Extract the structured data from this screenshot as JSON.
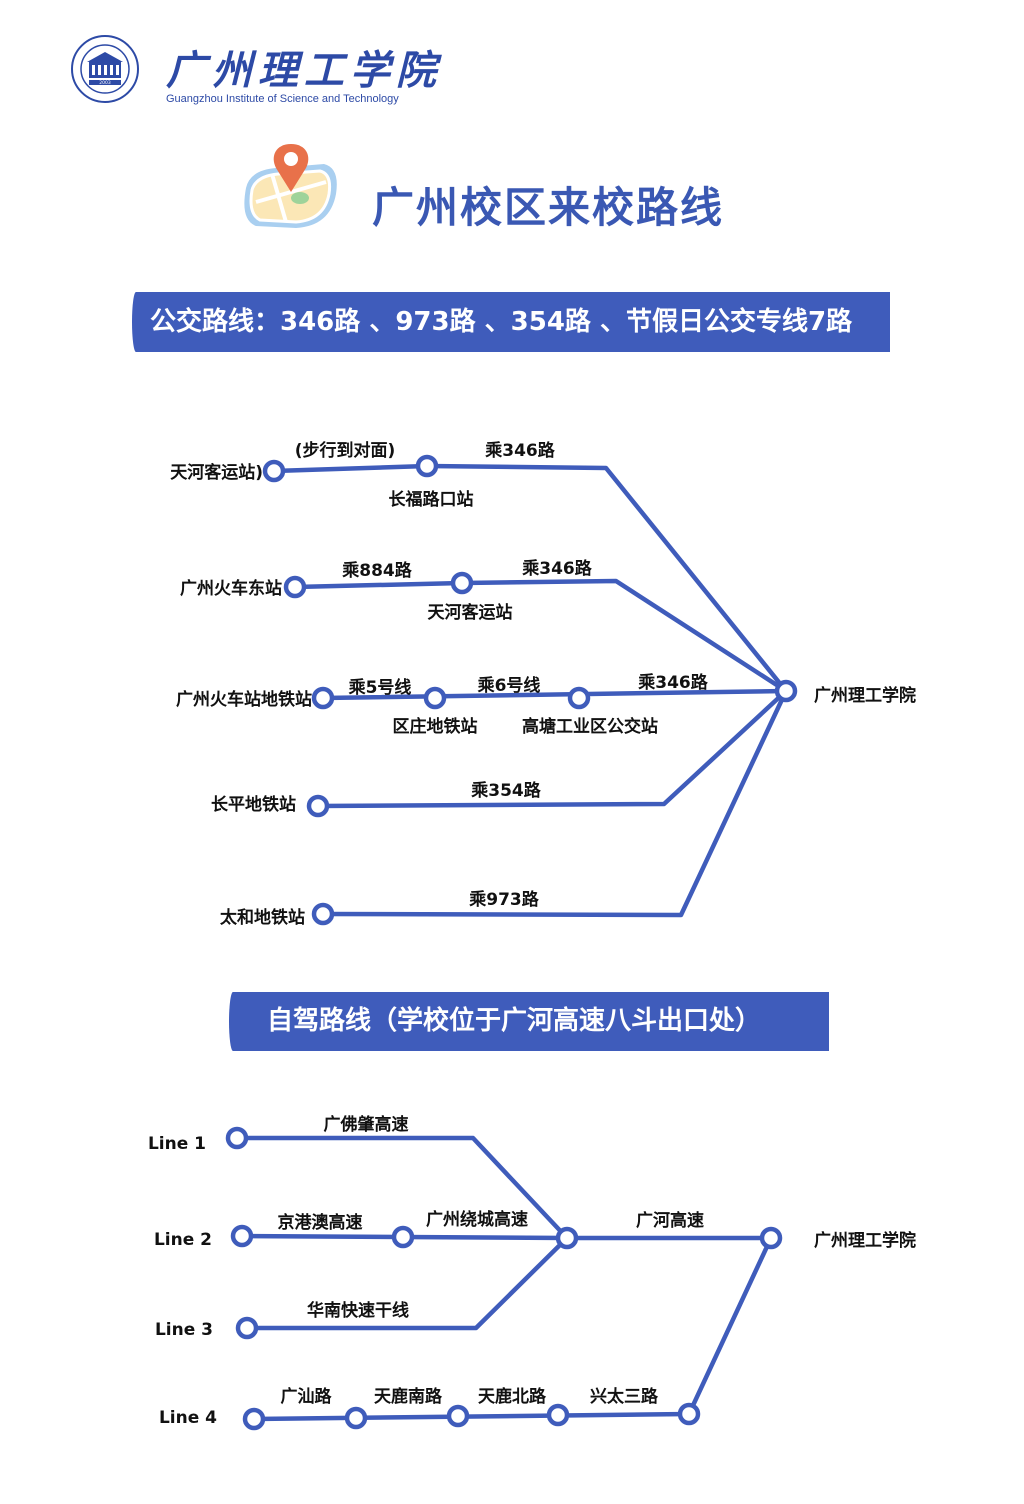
{
  "header": {
    "school_name_cn": "广州理工学院",
    "school_name_en": "Guangzhou Institute of Science and Technology",
    "seal_text": "2003"
  },
  "title": "广州校区来校路线",
  "bus": {
    "banner": "公交路线：346路 、973路 、354路 、节假日公交专线7路",
    "routes": [
      {
        "start": "天河客运站)",
        "segments": [
          "(步行到对面)",
          "乘346路"
        ],
        "stops": [
          "长福路口站"
        ]
      },
      {
        "start": "广州火车东站",
        "segments": [
          "乘884路",
          "乘346路"
        ],
        "stops": [
          "天河客运站"
        ]
      },
      {
        "start": "广州火车站地铁站",
        "segments": [
          "乘5号线",
          "乘6号线",
          "乘346路"
        ],
        "stops": [
          "区庄地铁站",
          "高塘工业区公交站"
        ]
      },
      {
        "start": "长平地铁站",
        "segments": [
          "乘354路"
        ],
        "stops": []
      },
      {
        "start": "太和地铁站",
        "segments": [
          "乘973路"
        ],
        "stops": []
      }
    ],
    "destination": "广州理工学院"
  },
  "drive": {
    "banner": "自驾路线（学校位于广河高速八斗出口处）",
    "lines": [
      {
        "name": "Line 1",
        "segments": [
          "广佛肇高速"
        ]
      },
      {
        "name": "Line 2",
        "segments": [
          "京港澳高速",
          "广州绕城高速"
        ]
      },
      {
        "name": "Line 3",
        "segments": [
          "华南快速干线"
        ]
      },
      {
        "name": "Line 4",
        "segments": [
          "广汕路",
          "天鹿南路",
          "天鹿北路",
          "兴太三路"
        ]
      }
    ],
    "shared_segment": "广河高速",
    "destination": "广州理工学院"
  },
  "colors": {
    "primary": "#3f5cbb",
    "title": "#3a58b3",
    "map_pin": "#e8714a",
    "map_bg": "#fbe7b6",
    "map_water": "#a9cff0"
  }
}
